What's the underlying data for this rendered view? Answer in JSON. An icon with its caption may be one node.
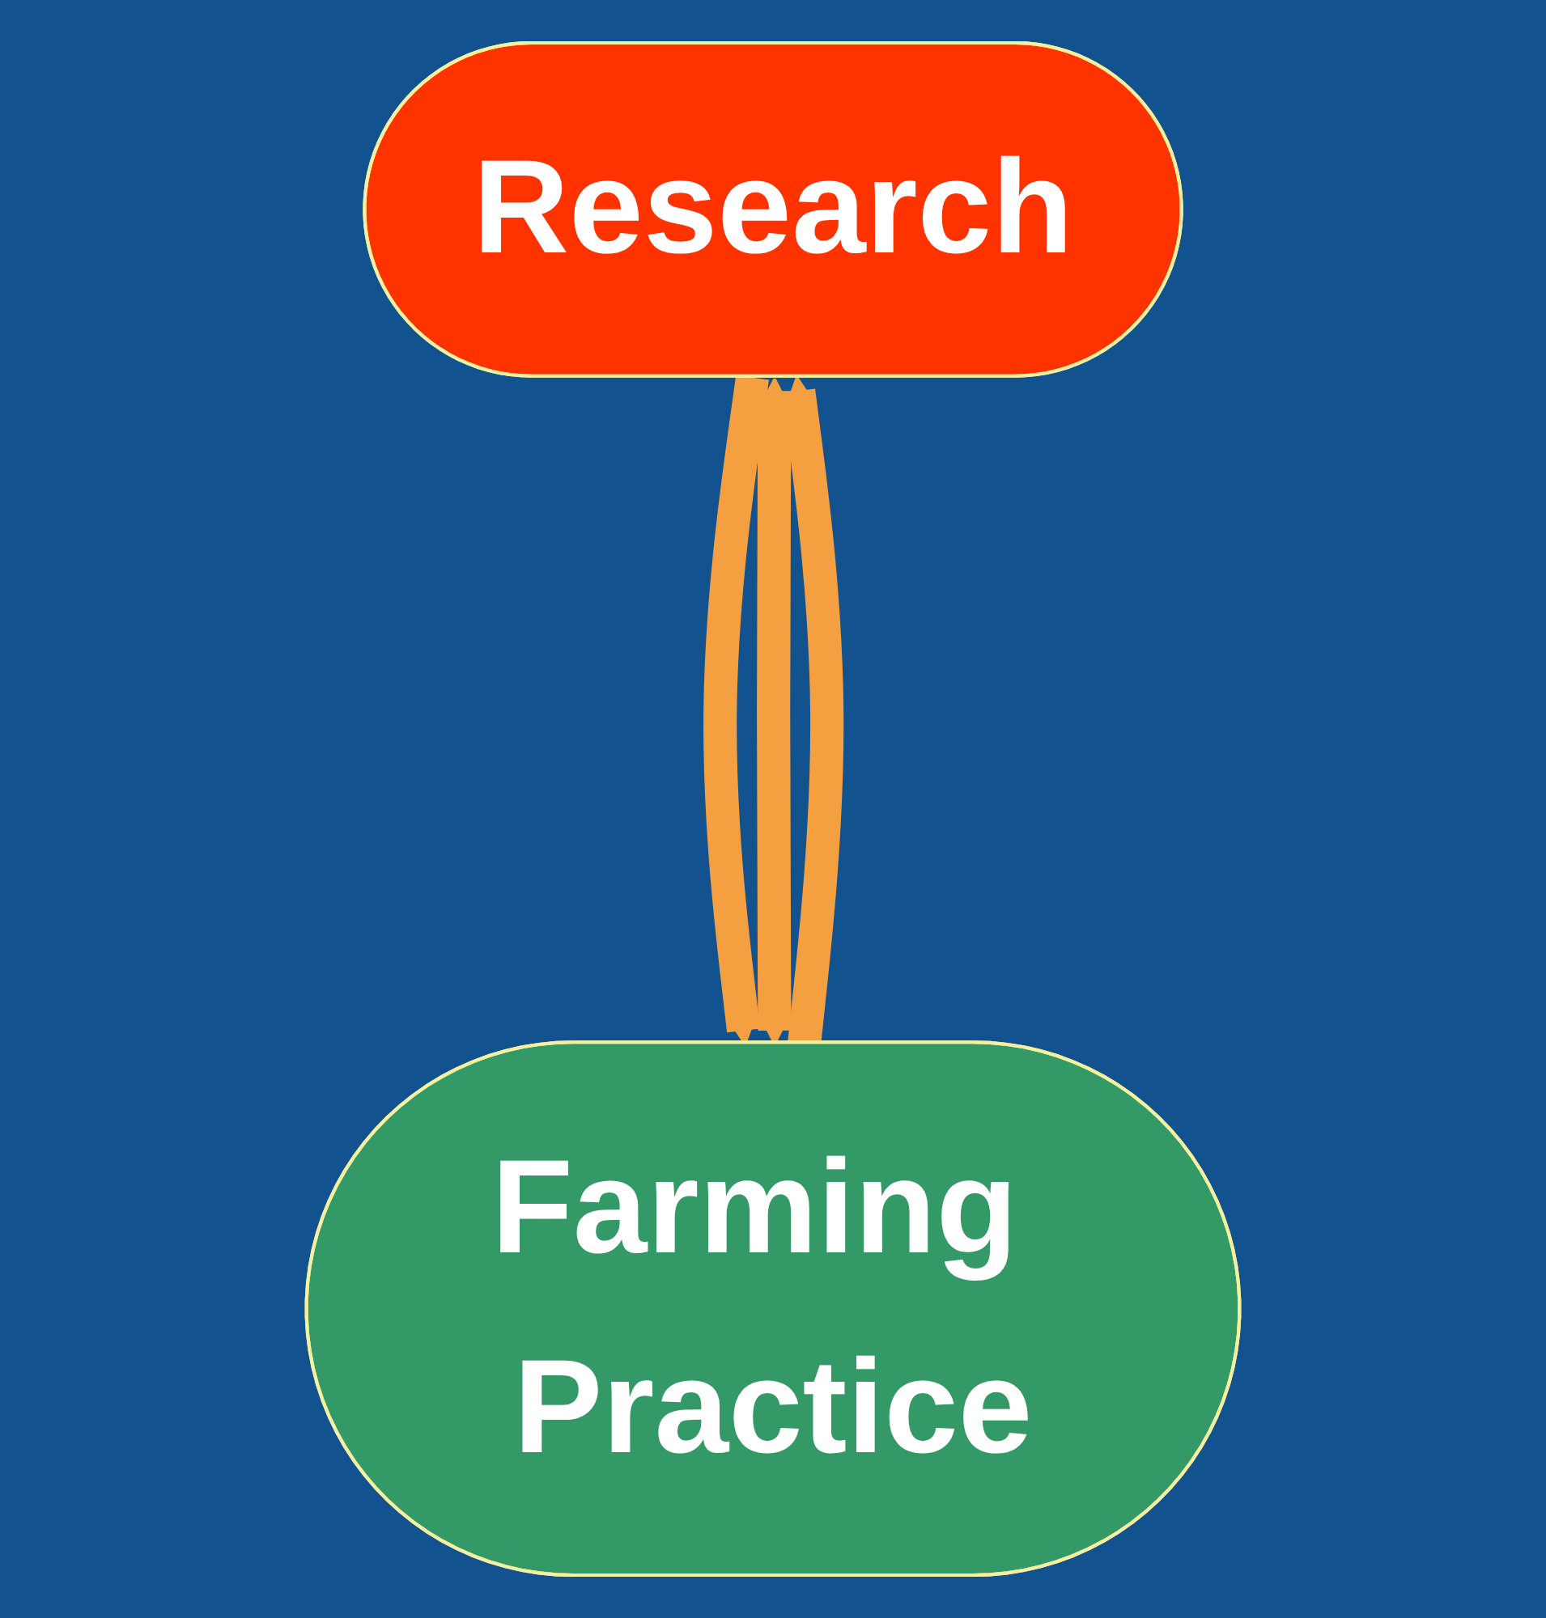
{
  "diagram": {
    "nodes": [
      {
        "text": [
          "Research"
        ]
      },
      {
        "text": [
          "Farming Practice"
        ]
      }
    ],
    "edges": [
      {
        "from": 0,
        "to": 1,
        "arrow": "to"
      },
      {
        "from": 0,
        "to": 1,
        "arrow": "both"
      },
      {
        "from": 1,
        "to": 0,
        "arrow": "to"
      }
    ]
  }
}
